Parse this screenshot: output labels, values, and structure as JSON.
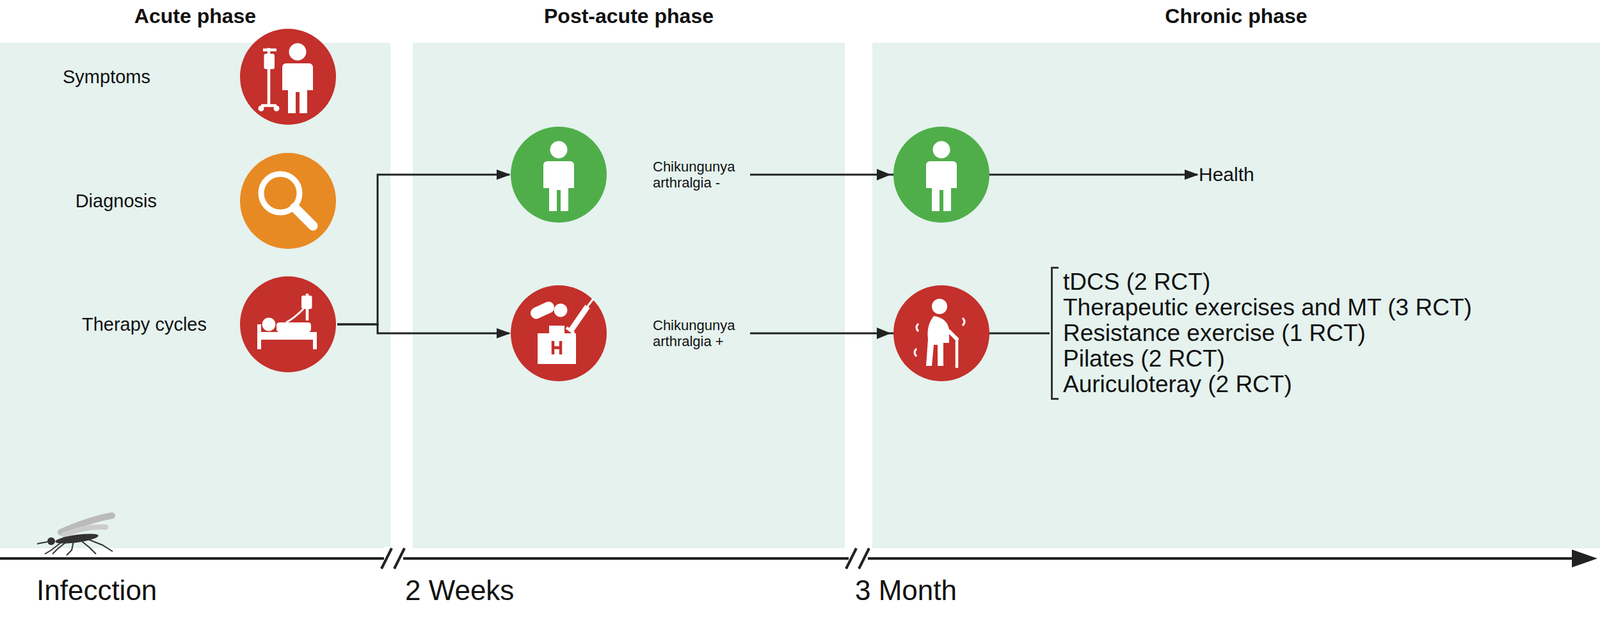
{
  "diagram": {
    "nodes": [
      {
        "text": [
          "Acute phase"
        ]
      },
      {
        "text": [
          "Post-acute phase"
        ]
      },
      {
        "text": [
          "Chronic phase"
        ]
      },
      {
        "text": [
          "Symptoms"
        ],
        "in": 0
      },
      {
        "text": [
          "Diagnosis"
        ],
        "in": 0
      },
      {
        "text": [
          "Therapy cycles"
        ],
        "in": 0
      },
      {
        "text": [
          "Chikungunya arthralgia -"
        ],
        "in": 1
      },
      {
        "text": [
          "Chikungunya arthralgia +"
        ],
        "in": 1
      },
      {
        "text": [
          "Health"
        ],
        "in": 2
      },
      {
        "text": [
          "tDCS (2 RCT)",
          "Therapeutic exercises and MT (3 RCT)",
          "Resistance exercise (1 RCT)",
          "Pilates (2 RCT)",
          "Auriculoteray (2 RCT)"
        ],
        "in": 2
      }
    ],
    "edges": [
      {
        "from": 5,
        "to": 6,
        "arrow": "to"
      },
      {
        "from": 5,
        "to": 7,
        "arrow": "to"
      },
      {
        "from": 6,
        "to": 8,
        "arrow": "to"
      },
      {
        "from": 7,
        "to": 9,
        "arrow": "none"
      }
    ],
    "labels": [
      "Infecction",
      "2 Weeks",
      "3 Month"
    ]
  }
}
